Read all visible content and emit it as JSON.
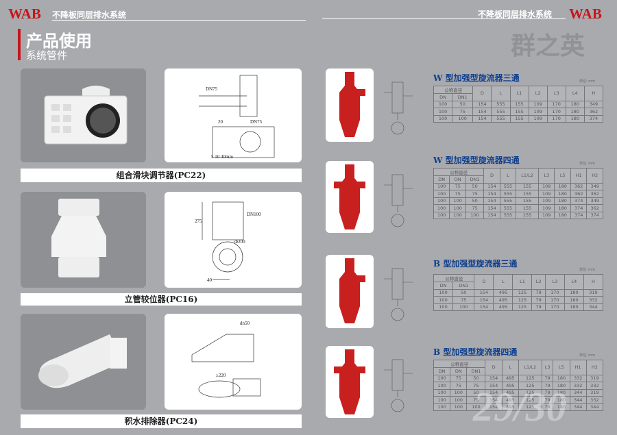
{
  "header": {
    "brand_left": "WAB",
    "system_left": "不降板同层排水系统",
    "system_right": "不降板同层排水系统",
    "brand_right": "WAB",
    "title": "产品使用",
    "subtitle": "系统管件",
    "logo_text": "群之英"
  },
  "products": [
    {
      "caption": "组合滑块调节器(PC22)",
      "labels": [
        "DN75",
        "20",
        "DN75",
        "5 10 40mm"
      ]
    },
    {
      "caption": "立管较位器(PC16)",
      "labels": [
        "DN100",
        "275",
        "Φ200",
        "40"
      ]
    },
    {
      "caption": "积水排除器(PC24)",
      "labels": [
        "dn50",
        "≥220"
      ]
    }
  ],
  "tables": [
    {
      "title": "W 型加强型旋流器三通",
      "unit": "单位: mm",
      "group": "公称直径",
      "sub": [
        "DN",
        "DN1"
      ],
      "cols": [
        "D",
        "L",
        "L1",
        "L2",
        "L3",
        "L4",
        "H"
      ],
      "rows": [
        [
          "100",
          "50",
          "154",
          "555",
          "155",
          "109",
          "170",
          "180",
          "349"
        ],
        [
          "100",
          "75",
          "154",
          "555",
          "155",
          "109",
          "170",
          "180",
          "362"
        ],
        [
          "100",
          "100",
          "154",
          "555",
          "155",
          "109",
          "170",
          "180",
          "374"
        ]
      ]
    },
    {
      "title": "W 型加强型旋流器四通",
      "unit": "单位: mm",
      "group": "公称直径",
      "sub": [
        "DN",
        "DN",
        "DN1"
      ],
      "cols": [
        "D",
        "L",
        "L1/L2",
        "L3",
        "L5",
        "H1",
        "H2"
      ],
      "rows": [
        [
          "100",
          "75",
          "50",
          "154",
          "555",
          "155",
          "109",
          "180",
          "362",
          "349"
        ],
        [
          "100",
          "75",
          "75",
          "154",
          "555",
          "155",
          "109",
          "180",
          "362",
          "362"
        ],
        [
          "100",
          "100",
          "50",
          "154",
          "555",
          "155",
          "109",
          "180",
          "374",
          "349"
        ],
        [
          "100",
          "100",
          "75",
          "154",
          "555",
          "155",
          "109",
          "180",
          "374",
          "362"
        ],
        [
          "100",
          "100",
          "100",
          "154",
          "555",
          "155",
          "109",
          "180",
          "374",
          "374"
        ]
      ]
    },
    {
      "title": "B 型加强型旋流器三通",
      "unit": "单位: mm",
      "group": "公称直径",
      "sub": [
        "DN",
        "DN1"
      ],
      "cols": [
        "D",
        "L",
        "L1",
        "L2",
        "L3",
        "L4",
        "H"
      ],
      "rows": [
        [
          "100",
          "50",
          "154",
          "495",
          "125",
          "79",
          "170",
          "180",
          "319"
        ],
        [
          "100",
          "75",
          "154",
          "495",
          "125",
          "79",
          "170",
          "180",
          "332"
        ],
        [
          "100",
          "100",
          "154",
          "495",
          "125",
          "79",
          "170",
          "180",
          "344"
        ]
      ]
    },
    {
      "title": "B 型加强型旋流器四通",
      "unit": "单位: mm",
      "group": "公称直径",
      "sub": [
        "DN",
        "DN",
        "DN1"
      ],
      "cols": [
        "D",
        "L",
        "L1/L2",
        "L3",
        "L5",
        "H1",
        "H2"
      ],
      "rows": [
        [
          "100",
          "75",
          "50",
          "154",
          "495",
          "125",
          "79",
          "180",
          "332",
          "319"
        ],
        [
          "100",
          "75",
          "75",
          "154",
          "495",
          "125",
          "79",
          "180",
          "332",
          "332"
        ],
        [
          "100",
          "100",
          "50",
          "154",
          "495",
          "125",
          "79",
          "180",
          "344",
          "319"
        ],
        [
          "100",
          "100",
          "75",
          "154",
          "495",
          "125",
          "79",
          "180",
          "344",
          "332"
        ],
        [
          "100",
          "100",
          "100",
          "154",
          "495",
          "125",
          "79",
          "180",
          "344",
          "344"
        ]
      ]
    }
  ],
  "page_number": "29/30",
  "colors": {
    "brand_red": "#c4161c",
    "title_blue": "#0f3f8c",
    "product_red": "#c8201e"
  }
}
